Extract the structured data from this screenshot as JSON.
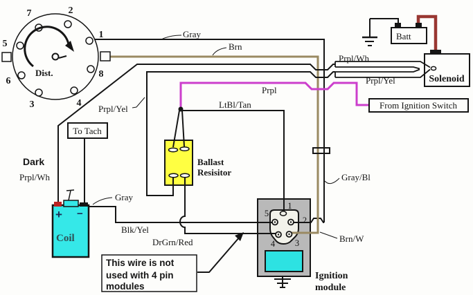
{
  "colors": {
    "background": "#fdfdfb",
    "wire_black": "#151515",
    "wire_brown_tan": "#9a8a62",
    "wire_purple": "#cc3ecc",
    "battery_cable_dark_red": "#993732",
    "ballast_yellow": "#ffff42",
    "coil_cyan": "#35e8e8",
    "module_gray": "#b9b9b9",
    "module_label_cyan": "#2de2e2",
    "coil_plus_terminal_red": "#bb2222"
  },
  "distributor": {
    "label": "Dist.",
    "numbers": [
      "7",
      "2",
      "1",
      "8",
      "4",
      "3",
      "6",
      "5"
    ]
  },
  "boxes": {
    "to_tach": "To Tach",
    "from_ignition_switch": "From Ignition Switch",
    "battery": "Batt",
    "solenoid": "Solenoid",
    "coil": "Coil",
    "coil_plus": "+",
    "coil_minus": "−",
    "ballast_line1": "Ballast",
    "ballast_line2": "Resisitor",
    "module_line1": "Ignition",
    "module_line2": "module"
  },
  "note": {
    "line1": "This wire is not",
    "line2": "used with 4 pin",
    "line3": "modules"
  },
  "wire_labels": {
    "gray_top": "Gray",
    "brn": "Brn",
    "prpl_wh_solenoid": "Prpl/Wh",
    "prpl_yel_solenoid": "Prpl/Yel",
    "prpl": "Prpl",
    "prpl_yel_left": "Prpl/Yel",
    "ltbl_tan": "LtBl/Tan",
    "dark": "Dark",
    "prpl_wh_left": "Prpl/Wh",
    "gray_coil": "Gray",
    "blk_yel": "Blk/Yel",
    "drgrn_red": "DrGrn/Red",
    "gray_bl": "Gray/Bl",
    "brn_w": "Brn/W"
  },
  "module_pins": {
    "p1": "1",
    "p2": "2",
    "p3": "3",
    "p4": "4",
    "p5": "5"
  }
}
